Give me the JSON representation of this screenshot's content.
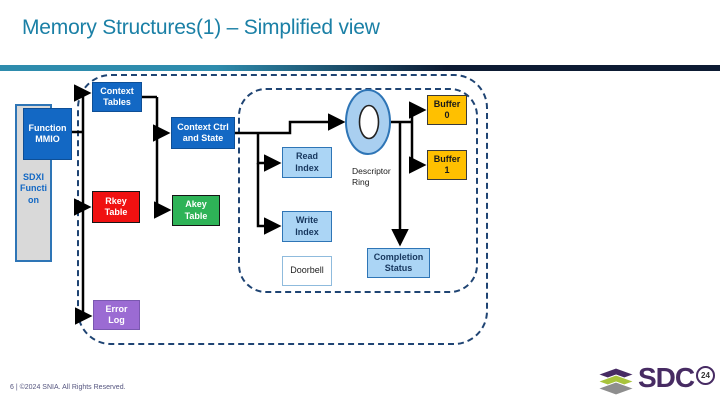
{
  "title": "Memory Structures(1) – Simplified view",
  "footer": "6 | ©2024 SNIA. All Rights Reserved.",
  "colors": {
    "title_teal": "#1B80A6",
    "header_bar_left": "#2E8CAD",
    "header_bar_right": "#0D1B33",
    "dashed_border": "#1F4473",
    "primary_blue": "#1368C4",
    "light_blue": "#ABD5F5",
    "red": "#F01111",
    "green": "#2EB357",
    "purple": "#9B6BD3",
    "orange": "#FFC000",
    "gray_box": "#D9D9D9",
    "logo_purple": "#472B63",
    "logo_green": "#A8C43C",
    "logo_gray": "#8E8E8E"
  },
  "diagram": {
    "boxes": {
      "function_mmio": "Function\nMMIO",
      "sdxi_function": "SDXI\nFuncti\non",
      "context_tables": "Context\nTables",
      "context_ctrl": "Context Ctrl\nand State",
      "rkey_table": "Rkey\nTable",
      "akey_table": "Akey\nTable",
      "error_log": "Error\nLog",
      "read_index": "Read\nIndex",
      "write_index": "Write\nIndex",
      "doorbell": "Doorbell",
      "completion_status": "Completion\nStatus",
      "buffer_0": "Buffer\n0",
      "buffer_1": "Buffer\n1"
    },
    "descriptor_ring_label": "Descriptor\nRing"
  },
  "logo": {
    "text": "SDC",
    "badge": "24"
  }
}
